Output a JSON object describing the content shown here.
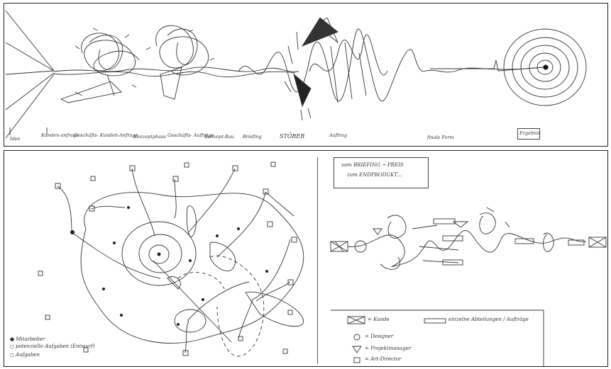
{
  "top_panel": {
    "labels": [
      "Idee",
      "Kunden-anfrage",
      "Geschäfts- Kunden-Anfrage",
      "Konzeptphase",
      "Geschäfts- Aufträge",
      "Konzept-Bau",
      "Briefing",
      "STÖRER",
      "Auftrag",
      "finale Form",
      "Ergebnis"
    ]
  },
  "briefing_box": {
    "line1": "vom BRIEFING → PREIS",
    "line2": "zum ENDPRODUKT..."
  },
  "legend_left": {
    "items": [
      "● Mitarbeiter",
      "◻ potenzielle Aufgaben (Entwurf)",
      "◻ Aufgaben"
    ]
  },
  "legend_right": {
    "kunde": "= Kunde",
    "designer": "= Designer",
    "projektmanager": "= Projektmanager",
    "art_director": "= Art-Director",
    "abteilungen": "einzelne Abteilungen / Aufträge"
  }
}
